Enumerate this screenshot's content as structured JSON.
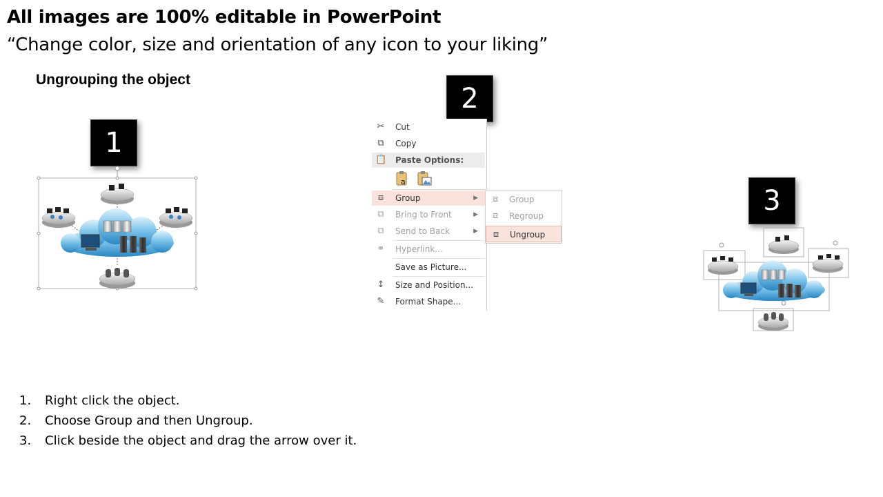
{
  "header": {
    "title": "All images are 100% editable in PowerPoint",
    "subtitle": "“Change color, size and orientation of any icon to your liking”",
    "section_heading": "Ungrouping the object"
  },
  "steps": {
    "badges": [
      "1",
      "2",
      "3"
    ]
  },
  "context_menu": {
    "items": [
      {
        "label": "Cut",
        "icon": "scissors-icon"
      },
      {
        "label": "Copy",
        "icon": "copy-icon"
      },
      {
        "label": "Paste Options:",
        "icon": "clipboard-icon"
      },
      {
        "label": "Group",
        "icon": "group-icon",
        "state": "highlighted"
      },
      {
        "label": "Bring to Front",
        "icon": "bring-to-front-icon",
        "state": "disabled"
      },
      {
        "label": "Send to Back",
        "icon": "send-to-back-icon",
        "state": "disabled"
      },
      {
        "label": "Hyperlink...",
        "icon": "link-icon",
        "state": "disabled"
      },
      {
        "label": "Save as Picture...",
        "icon": "none"
      },
      {
        "label": "Size and Position...",
        "icon": "size-position-icon"
      },
      {
        "label": "Format Shape...",
        "icon": "format-shape-icon"
      }
    ]
  },
  "submenu": {
    "items": [
      {
        "label": "Group",
        "icon": "group-icon",
        "state": "disabled"
      },
      {
        "label": "Regroup",
        "icon": "regroup-icon",
        "state": "disabled"
      },
      {
        "label": "Ungroup",
        "icon": "ungroup-icon",
        "state": "highlighted"
      }
    ]
  },
  "instructions": [
    {
      "num": "1.",
      "text": "Right click the object."
    },
    {
      "num": "2.",
      "text": "Choose Group and then Ungroup."
    },
    {
      "num": "3.",
      "text": "Click beside the object and drag the arrow over it."
    }
  ],
  "colors": {
    "cloud": "#5ab3e0",
    "highlight": "#fbe3dd",
    "badge": "#000000"
  }
}
